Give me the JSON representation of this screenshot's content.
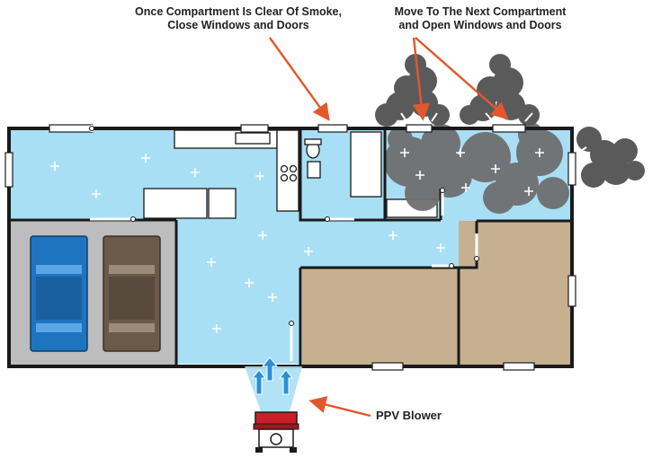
{
  "callouts": {
    "close": {
      "line1": "Once Compartment Is Clear Of Smoke,",
      "line2": "Close Windows and Doors"
    },
    "move": {
      "line1": "Move To The Next Compartment",
      "line2": "and Open Windows and Doors"
    },
    "blower": "PPV Blower"
  },
  "colors": {
    "clear_air": "#a8dff4",
    "smoke": "#6f6f70",
    "smoke_dark": "#4f4f50",
    "bedroom_floor": "#c7b08f",
    "garage_floor": "#bdbdbd",
    "wall": "#1a1a1a",
    "arrow": "#e2572b",
    "car_blue": "#1f74bf",
    "car_brown": "#6b5a4a",
    "blower_red": "#c8202a",
    "airflow": "#2a8fd6"
  },
  "icons": {
    "clear_air_marker": "white-plus-icon",
    "blower": "ppv-blower-icon",
    "airflow": "up-arrow-icon"
  }
}
